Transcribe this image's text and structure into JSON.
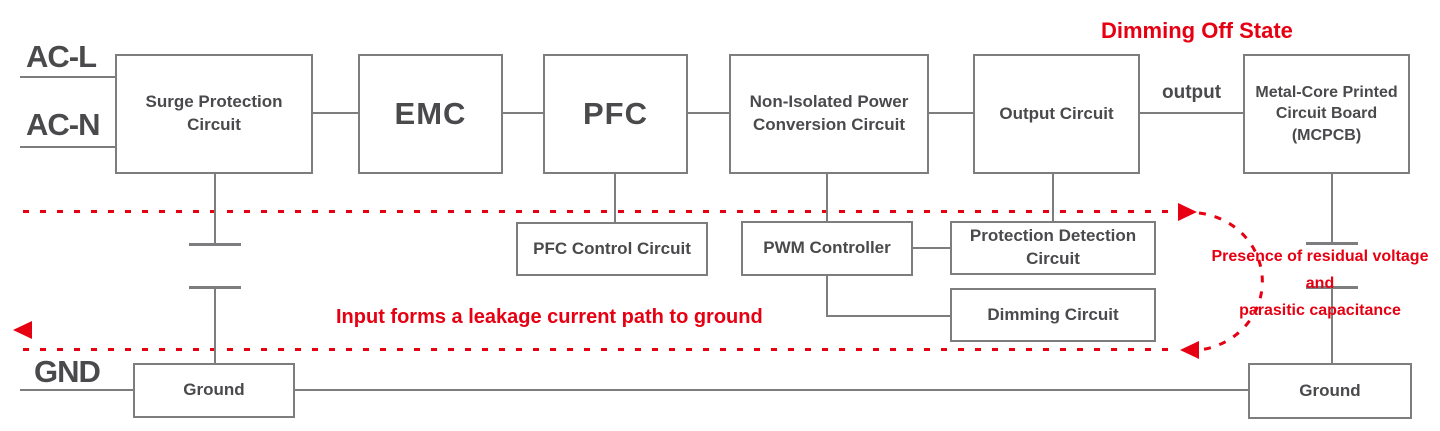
{
  "diagram": {
    "state_label": "Dimming Off State",
    "terminals": {
      "ac_live": "AC-L",
      "ac_neutral": "AC-N",
      "ground": "GND"
    },
    "blocks": {
      "surge_protection": "Surge Protection\nCircuit",
      "emc": "EMC",
      "pfc": "PFC",
      "non_isolated": "Non-Isolated Power\nConversion Circuit",
      "output_circuit": "Output Circuit",
      "mcpcb": "Metal-Core Printed\nCircuit Board\n(MCPCB)",
      "pfc_control": "PFC Control Circuit",
      "pwm_controller": "PWM Controller",
      "protection_detection": "Protection Detection\nCircuit",
      "dimming_circuit": "Dimming Circuit",
      "ground_left": "Ground",
      "ground_right": "Ground"
    },
    "wire_labels": {
      "output": "output"
    },
    "annotations": {
      "leakage_path": "Input forms a leakage current path to ground",
      "residual_voltage": "Presence of residual voltage and\nparasitic capacitance"
    },
    "colors": {
      "accent_red": "#e60012",
      "line_gray": "#7d7d80",
      "text_gray": "#4a4a4d"
    }
  }
}
